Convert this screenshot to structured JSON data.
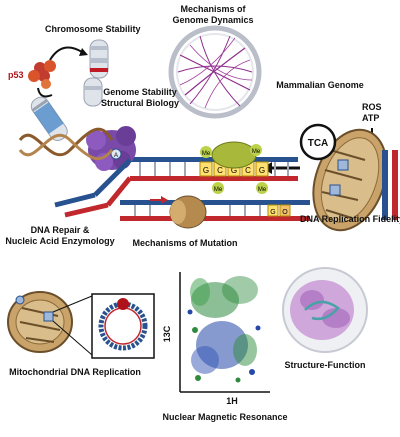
{
  "labels": {
    "chromosome_stability": "Chromosome Stability",
    "p53": "p53",
    "genome_dynamics_line1": "Mechanisms of",
    "genome_dynamics_line2": "Genome Dynamics",
    "structural_biology_line1": "Genome Stability",
    "structural_biology_line2": "Structural Biology",
    "mammalian_genome": "Mammalian Genome",
    "ros": "ROS",
    "atp": "ATP",
    "tca": "TCA",
    "dna_repair_line1": "DNA Repair &",
    "dna_repair_line2": "Nucleic Acid Enzymology",
    "mechanisms_of_mutation": "Mechanisms of Mutation",
    "replication_fidelity": "DNA Replication Fidelity",
    "mitochondrial_replication": "Mitochondrial DNA Replication",
    "nmr": "Nuclear Magnetic Resonance",
    "nmr_y_axis": "13C",
    "nmr_x_axis": "1H",
    "structure_function": "Structure-Function",
    "methyl": "Me",
    "base_g": "G",
    "base_c": "C",
    "base_a": "A",
    "base_o": "O"
  },
  "colors": {
    "dna_red": "#c0282e",
    "dna_blue": "#27528f",
    "protein_purple": "#7a4aa8",
    "mito_brown": "#8c6a3a",
    "nmr_green": "#2e8b3e",
    "nmr_blue": "#2447a8",
    "structure_pink": "#c99ad6",
    "methyl_green": "#a8c13a"
  },
  "icons": [
    "chromosome",
    "nucleosome-cluster",
    "circos-plot",
    "mitochondrion",
    "protein-structure",
    "dna-helix",
    "nmr-spectrum",
    "protein-surface"
  ]
}
